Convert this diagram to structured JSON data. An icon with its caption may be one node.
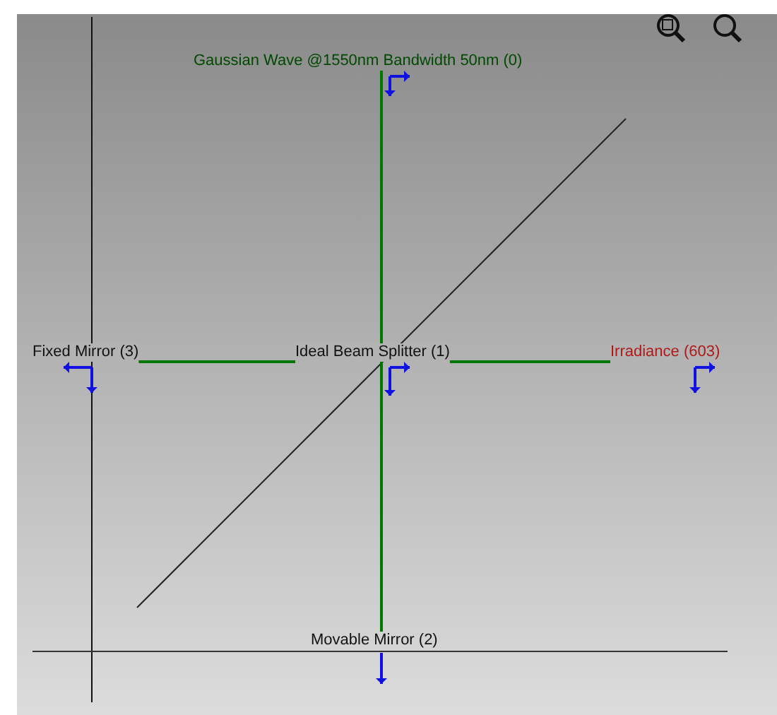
{
  "diagram": {
    "nodes": [
      {
        "text": [
          "Gaussian Wave @1550nm Bandwidth 50nm (0)"
        ]
      },
      {
        "text": [
          "Ideal Beam Splitter (1)"
        ]
      },
      {
        "text": [
          "Movable Mirror (2)"
        ]
      },
      {
        "text": [
          "Fixed Mirror (3)"
        ]
      },
      {
        "text": [
          "Irradiance (603)"
        ]
      }
    ],
    "edges": [
      {
        "from": 0,
        "to": 1,
        "arrow": "none"
      },
      {
        "from": 1,
        "to": 2,
        "arrow": "none"
      },
      {
        "from": 1,
        "to": 3,
        "arrow": "none"
      },
      {
        "from": 1,
        "to": 4,
        "arrow": "none"
      }
    ]
  }
}
